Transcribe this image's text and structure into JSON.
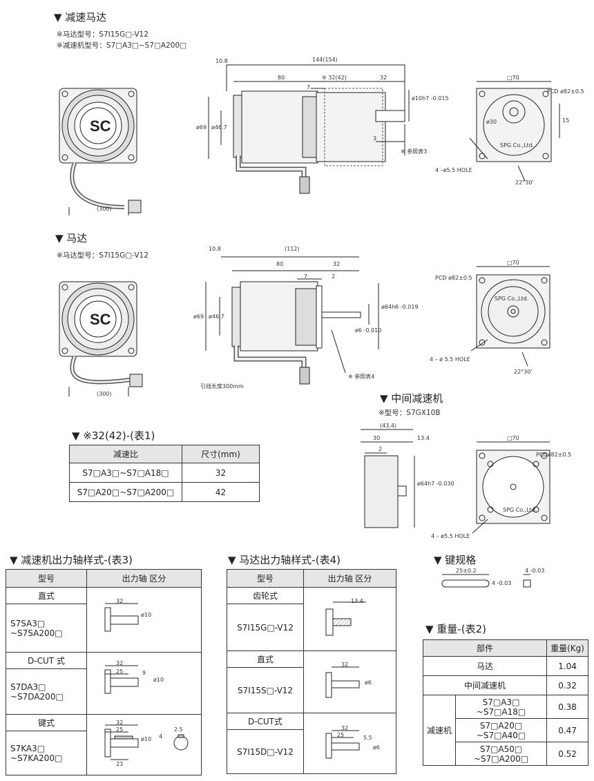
{
  "gearmotor": {
    "title": "▼ 减速马达",
    "note1": "※马达型号：S7I15G□-V12",
    "note2": "※减速机型号：S7□A3□~S7□A200□",
    "dim_144": "144(154)",
    "dim_108": "10.8",
    "dim_80": "80",
    "dim_32_42": "※ 32(42)",
    "dim_32": "32",
    "dim_7": "7",
    "dim_3": "3",
    "dim_69": "ø69",
    "dim_467": "ø46.7",
    "dim_shaft": "ø10h7 -0.015",
    "ref3": "※ 参照表3",
    "cable": "(300)",
    "sq70": "□70",
    "pcd": "PCD ø82±0.5",
    "d30": "ø30",
    "d15": "15",
    "hole": "4 –ø5.5 HOLE",
    "angle": "22°30'",
    "brand": "SPG Co.,Ltd."
  },
  "motor": {
    "title": "▼ 马达",
    "note1": "※马达型号：S7I15G□-V12",
    "dim_112": "(112)",
    "dim_108": "10.8",
    "dim_80": "80",
    "dim_32": "32",
    "dim_7": "7",
    "dim_2": "2",
    "dim_69": "ø69",
    "dim_467": "ø46.7",
    "dim_64": "ø64h6 -0.019",
    "dim_6": "ø6 -0.010",
    "ref4": "※ 参照表4",
    "lead": "引线长度300mm",
    "cable": "(300)",
    "sq70": "□70",
    "pcd": "PCD ø82±0.5",
    "hole": "4 – ø 5.5 HOLE",
    "angle": "22°30'",
    "brand": "SPG Co.,Ltd."
  },
  "gearhead": {
    "title": "▼ 中间减速机",
    "note1": "※型号：S7GX10B",
    "dim_434": "(43.4)",
    "dim_30": "30",
    "dim_134": "13.4",
    "dim_2": "2",
    "dim_64": "ø64h7 -0.030",
    "sq70": "□70",
    "pcd": "PCDø82±0.5",
    "hole": "4 – ø5.5 HOLE",
    "brand": "SPG Co.,Ltd."
  },
  "table1": {
    "title": "▼ ※32(42)-(表1)",
    "headers": [
      "减速比",
      "尺寸(mm)"
    ],
    "rows": [
      [
        "S7□A3□~S7□A18□",
        "32"
      ],
      [
        "S7□A20□~S7□A200□",
        "42"
      ]
    ]
  },
  "table3": {
    "title": "▼ 减速机出力轴样式-(表3)",
    "headers": [
      "型号",
      "出力轴 区分"
    ],
    "sections": [
      {
        "kind": "直式",
        "model1": "S7SA3□",
        "model2": "~S7SA200□",
        "d1": "32",
        "d2": "ø10"
      },
      {
        "kind": "D-CUT 式",
        "model1": "S7DA3□",
        "model2": "~S7DA200□",
        "d1": "32",
        "d2": "25",
        "d3": "9",
        "d4": "ø10"
      },
      {
        "kind": "键式",
        "model1": "S7KA3□",
        "model2": "~S7KA200□",
        "d1": "32",
        "d2": "25",
        "d3": "23",
        "d4": "ø10",
        "d5": "4",
        "d6": "2.5"
      }
    ]
  },
  "table4": {
    "title": "▼ 马达出力轴样式-(表4)",
    "headers": [
      "型号",
      "出力轴 区分"
    ],
    "sections": [
      {
        "kind": "齿轮式",
        "model": "S7I15G□-V12",
        "d1": "13.4"
      },
      {
        "kind": "直式",
        "model": "S7I15S□-V12",
        "d1": "32",
        "d2": "ø6"
      },
      {
        "kind": "D-CUT式",
        "model": "S7I15D□-V12",
        "d1": "32",
        "d2": "25",
        "d3": "5.5",
        "d4": "ø6"
      }
    ]
  },
  "key": {
    "title": "▼ 键规格",
    "len": "25±0.2",
    "w": "4 -0.03",
    "h": "4 -0.03"
  },
  "weight": {
    "title": "▼ 重量-(表2)",
    "headers": [
      "部件",
      "重量(Kg)"
    ],
    "motor": [
      "马达",
      "1.04"
    ],
    "gearhead": [
      "中间减速机",
      "0.32"
    ],
    "reducer_label": "减速机",
    "reducer_rows": [
      [
        "S7□A3□",
        "~S7□A18□",
        "0.38"
      ],
      [
        "S7□A20□",
        "~S7□A40□",
        "0.47"
      ],
      [
        "S7□A50□",
        "~S7□A200□",
        "0.52"
      ]
    ]
  }
}
